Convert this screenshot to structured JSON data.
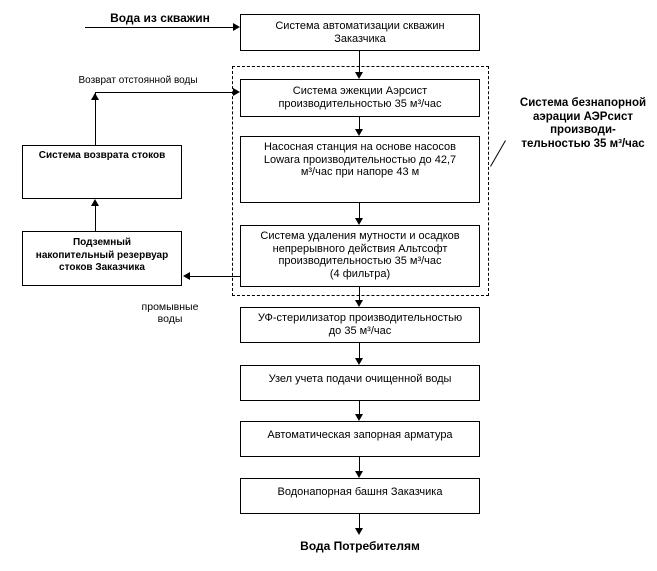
{
  "diagram": {
    "title_implicit": "Схема водоподготовки",
    "colors": {
      "line": "#000000",
      "background": "#ffffff",
      "text": "#000000"
    },
    "labels": {
      "source": "Вода из скважин",
      "return_water": "Возврат отстоянной воды",
      "wash_water": "промывные воды",
      "output": "Вода Потребителям",
      "aeration_system": [
        "Система безнапорной",
        "аэрации АЭРсист",
        "производи-",
        "тельностью 35 м³/час"
      ]
    },
    "nodes": {
      "automation": [
        "Система автоматизации скважин",
        "Заказчика"
      ],
      "ejection": [
        "Система эжекции Аэрсист",
        "производительностью 35 м³/час"
      ],
      "pump_station": [
        "Насосная станция на основе насосов",
        "Lowara производительностью до 42,7",
        "м³/час при напоре 43 м"
      ],
      "turbidity_removal": [
        "Система удаления мутности и осадков",
        "непрерывного действия Альтсофт",
        "производительностью 35 м³/час",
        "(4 фильтра)"
      ],
      "uv_sterilizer": [
        "УФ-стерилизатор производительностью",
        "до 35 м³/час"
      ],
      "metering_unit": "Узел учета подачи очищенной воды",
      "shutoff_valve": "Автоматическая запорная арматура",
      "water_tower": "Водонапорная башня Заказчика",
      "return_system": "Система возврата стоков",
      "reservoir": [
        "Подземный",
        "накопительный резервуар",
        "стоков Заказчика"
      ]
    }
  }
}
